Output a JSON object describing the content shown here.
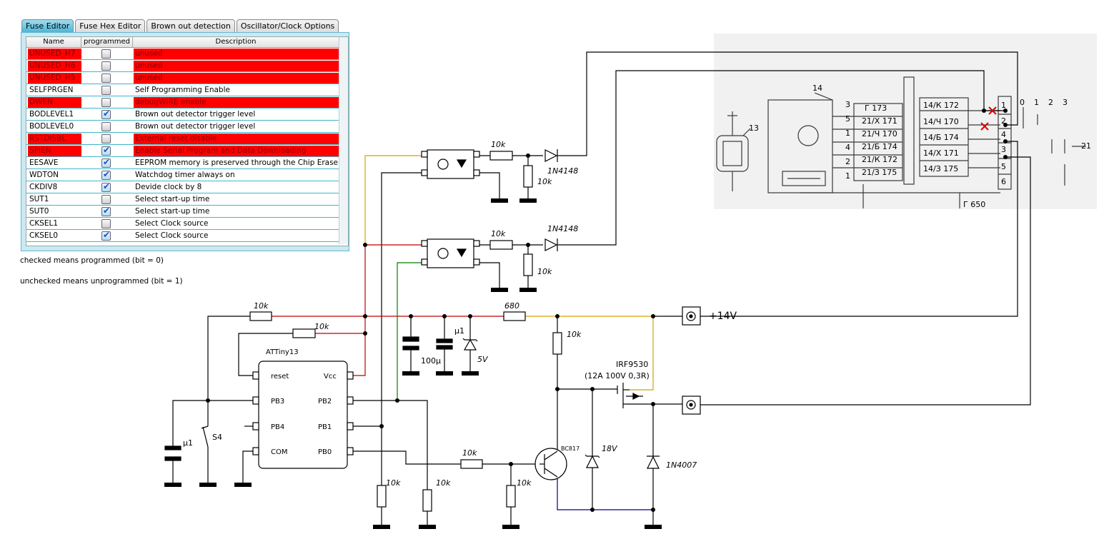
{
  "fuse_editor": {
    "tabs": [
      {
        "label": "Fuse Editor",
        "active": true
      },
      {
        "label": "Fuse Hex Editor",
        "active": false
      },
      {
        "label": "Brown out detection",
        "active": false
      },
      {
        "label": "Oscillator/Clock Options",
        "active": false
      }
    ],
    "columns": {
      "name": "Name",
      "programmed": "programmed",
      "description": "Description"
    },
    "rows": [
      {
        "name": "UNUSED_H7",
        "programmed": false,
        "description": "unused",
        "highlight": true
      },
      {
        "name": "UNUSED_H6",
        "programmed": false,
        "description": "unused",
        "highlight": true
      },
      {
        "name": "UNUSED_H5",
        "programmed": false,
        "description": "unused",
        "highlight": true
      },
      {
        "name": "SELFPRGEN",
        "programmed": false,
        "description": "Self Programming Enable",
        "highlight": false
      },
      {
        "name": "DWEN",
        "programmed": false,
        "description": "debugWIRE enable",
        "highlight": true
      },
      {
        "name": "BODLEVEL1",
        "programmed": true,
        "description": "Brown out detector trigger level",
        "highlight": false
      },
      {
        "name": "BODLEVEL0",
        "programmed": false,
        "description": "Brown out detector trigger level",
        "highlight": false
      },
      {
        "name": "RSTDISBL",
        "programmed": false,
        "description": "External reset disable",
        "highlight": true
      },
      {
        "name": "SPIEN",
        "programmed": true,
        "description": "Enable Serial Program and Data Downloading",
        "highlight": true
      },
      {
        "name": "EESAVE",
        "programmed": true,
        "description": "EEPROM memory is preserved through the Chip Erase",
        "highlight": false
      },
      {
        "name": "WDTON",
        "programmed": true,
        "description": "Watchdog timer always on",
        "highlight": false
      },
      {
        "name": "CKDIV8",
        "programmed": true,
        "description": "Devide clock by 8",
        "highlight": false
      },
      {
        "name": "SUT1",
        "programmed": false,
        "description": "Select start-up time",
        "highlight": false
      },
      {
        "name": "SUT0",
        "programmed": true,
        "description": "Select start-up time",
        "highlight": false
      },
      {
        "name": "CKSEL1",
        "programmed": false,
        "description": "Select Clock source",
        "highlight": false
      },
      {
        "name": "CKSEL0",
        "programmed": true,
        "description": "Select Clock source",
        "highlight": false
      }
    ],
    "note_programmed": "checked means programmed (bit = 0)",
    "note_unprogrammed": "unchecked means unprogrammed (bit = 1)"
  },
  "schematic": {
    "mcu_name": "ATTiny13",
    "pins": {
      "reset": "reset",
      "vcc": "Vcc",
      "pb3": "PB3",
      "pb2": "PB2",
      "pb4": "PB4",
      "pb1": "PB1",
      "com": "COM",
      "pb0": "PB0"
    },
    "labels": {
      "r_opto1": "10k",
      "d_opto1": "1N4148",
      "r_pd1": "10k",
      "r_opto2": "10k",
      "d_opto2": "1N4148",
      "r_pd2": "10k",
      "r_top": "10k",
      "r_reset": "10k",
      "r_series": "680",
      "c_bulk": "100µ",
      "c_dec": "µ1",
      "zener5": "5V",
      "supply": "+14V",
      "r_gate": "10k",
      "mosfet": "IRF9530",
      "mosfet_spec": "(12A 100V 0,3R)",
      "transistor": "BC817",
      "zener18": "18V",
      "diode_flyback": "1N4007",
      "c_switch": "µ1",
      "switch": "S4",
      "r_pb1": "10k",
      "r_pb0_pd": "10k",
      "r_base": "10k",
      "r_base_pd": "10k"
    },
    "colors": {
      "wire": "#000000",
      "red": "#c00000",
      "orange": "#d8a000",
      "green": "#008000",
      "blue": "#000080",
      "mark": "#e00000"
    }
  },
  "scan": {
    "numbers": {
      "n14": "14",
      "n13": "13",
      "n21": "21",
      "pin1": "1",
      "pin0": "0",
      "pin2": "2",
      "pin3": "3",
      "p1": "1",
      "p2": "2",
      "p3": "3",
      "p4": "4",
      "p5": "5",
      "p6": "6",
      "p650": "Г 650"
    },
    "left_block": {
      "header": "Г 173",
      "rows": [
        "21/Х 171",
        "21/Ч 170",
        "21/Б 174",
        "21/К 172",
        "21/Б 174",
        "21/З 175"
      ],
      "pins": [
        "3",
        "5",
        "1",
        "4",
        "2",
        "1"
      ]
    },
    "right_block": {
      "rows": [
        "14/К 172",
        "14/Ч 170",
        "14/Б 174",
        "14/Х 171",
        "14/З 175"
      ]
    }
  }
}
